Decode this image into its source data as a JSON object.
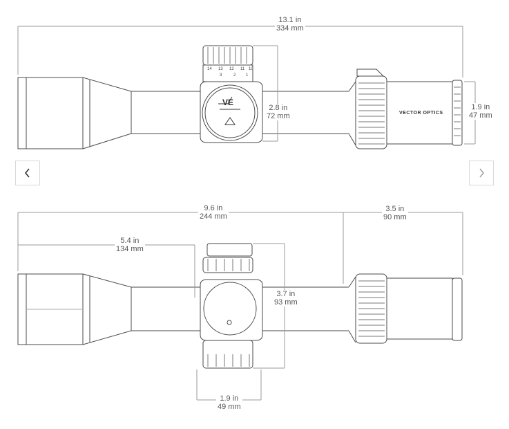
{
  "top_view": {
    "length": {
      "inch": "13.1 in",
      "mm": "334 mm"
    },
    "height": {
      "inch": "2.8 in",
      "mm": "72 mm"
    },
    "eyepiece": {
      "inch": "1.9 in",
      "mm": "47 mm"
    },
    "brand_text": "VECTOR OPTICS",
    "logo_text": "VE",
    "turret_numbers": [
      "14",
      "13",
      "12",
      "11",
      "10",
      "3",
      "2",
      "1"
    ]
  },
  "bottom_view": {
    "length": {
      "inch": "9.6 in",
      "mm": "244 mm"
    },
    "eyepiece_len": {
      "inch": "3.5 in",
      "mm": "90 mm"
    },
    "front_to_turret": {
      "inch": "5.4 in",
      "mm": "134 mm"
    },
    "turret_height": {
      "inch": "3.7 in",
      "mm": "93 mm"
    },
    "turret_width": {
      "inch": "1.9 in",
      "mm": "49 mm"
    }
  },
  "navigation": {
    "prev_icon": "chevron-left-icon",
    "next_icon": "chevron-right-icon"
  },
  "colors": {
    "line": "#4a4a4a",
    "dim": "#9a9a9a",
    "text": "#555555"
  }
}
